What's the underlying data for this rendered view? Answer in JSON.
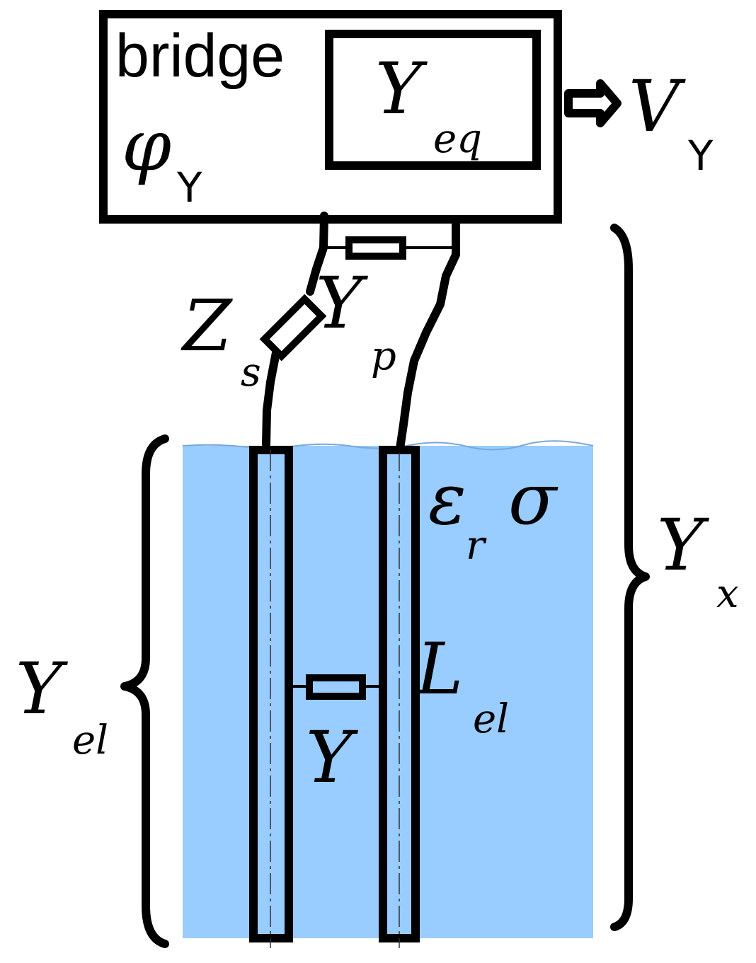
{
  "colors": {
    "liquid": "#99ccff",
    "stroke": "#000000",
    "background": "#ffffff"
  },
  "bridge": {
    "label": "bridge",
    "phase_symbol": "φ",
    "phase_sub": "Y",
    "eq_symbol": "Y",
    "eq_sub": "eq"
  },
  "output": {
    "symbol": "V",
    "sub": "Y"
  },
  "cable": {
    "series_symbol": "Z",
    "series_sub": "s",
    "parallel_symbol": "Y",
    "parallel_sub": "p"
  },
  "liquid": {
    "permittivity_symbol": "ε",
    "permittivity_sub": "r",
    "conductivity_symbol": "σ"
  },
  "electrodes": {
    "length_symbol": "L",
    "length_sub": "el",
    "admittance_symbol": "Y"
  },
  "braces": {
    "electrode_symbol": "Y",
    "electrode_sub": "el",
    "total_symbol": "Y",
    "total_sub": "x"
  }
}
